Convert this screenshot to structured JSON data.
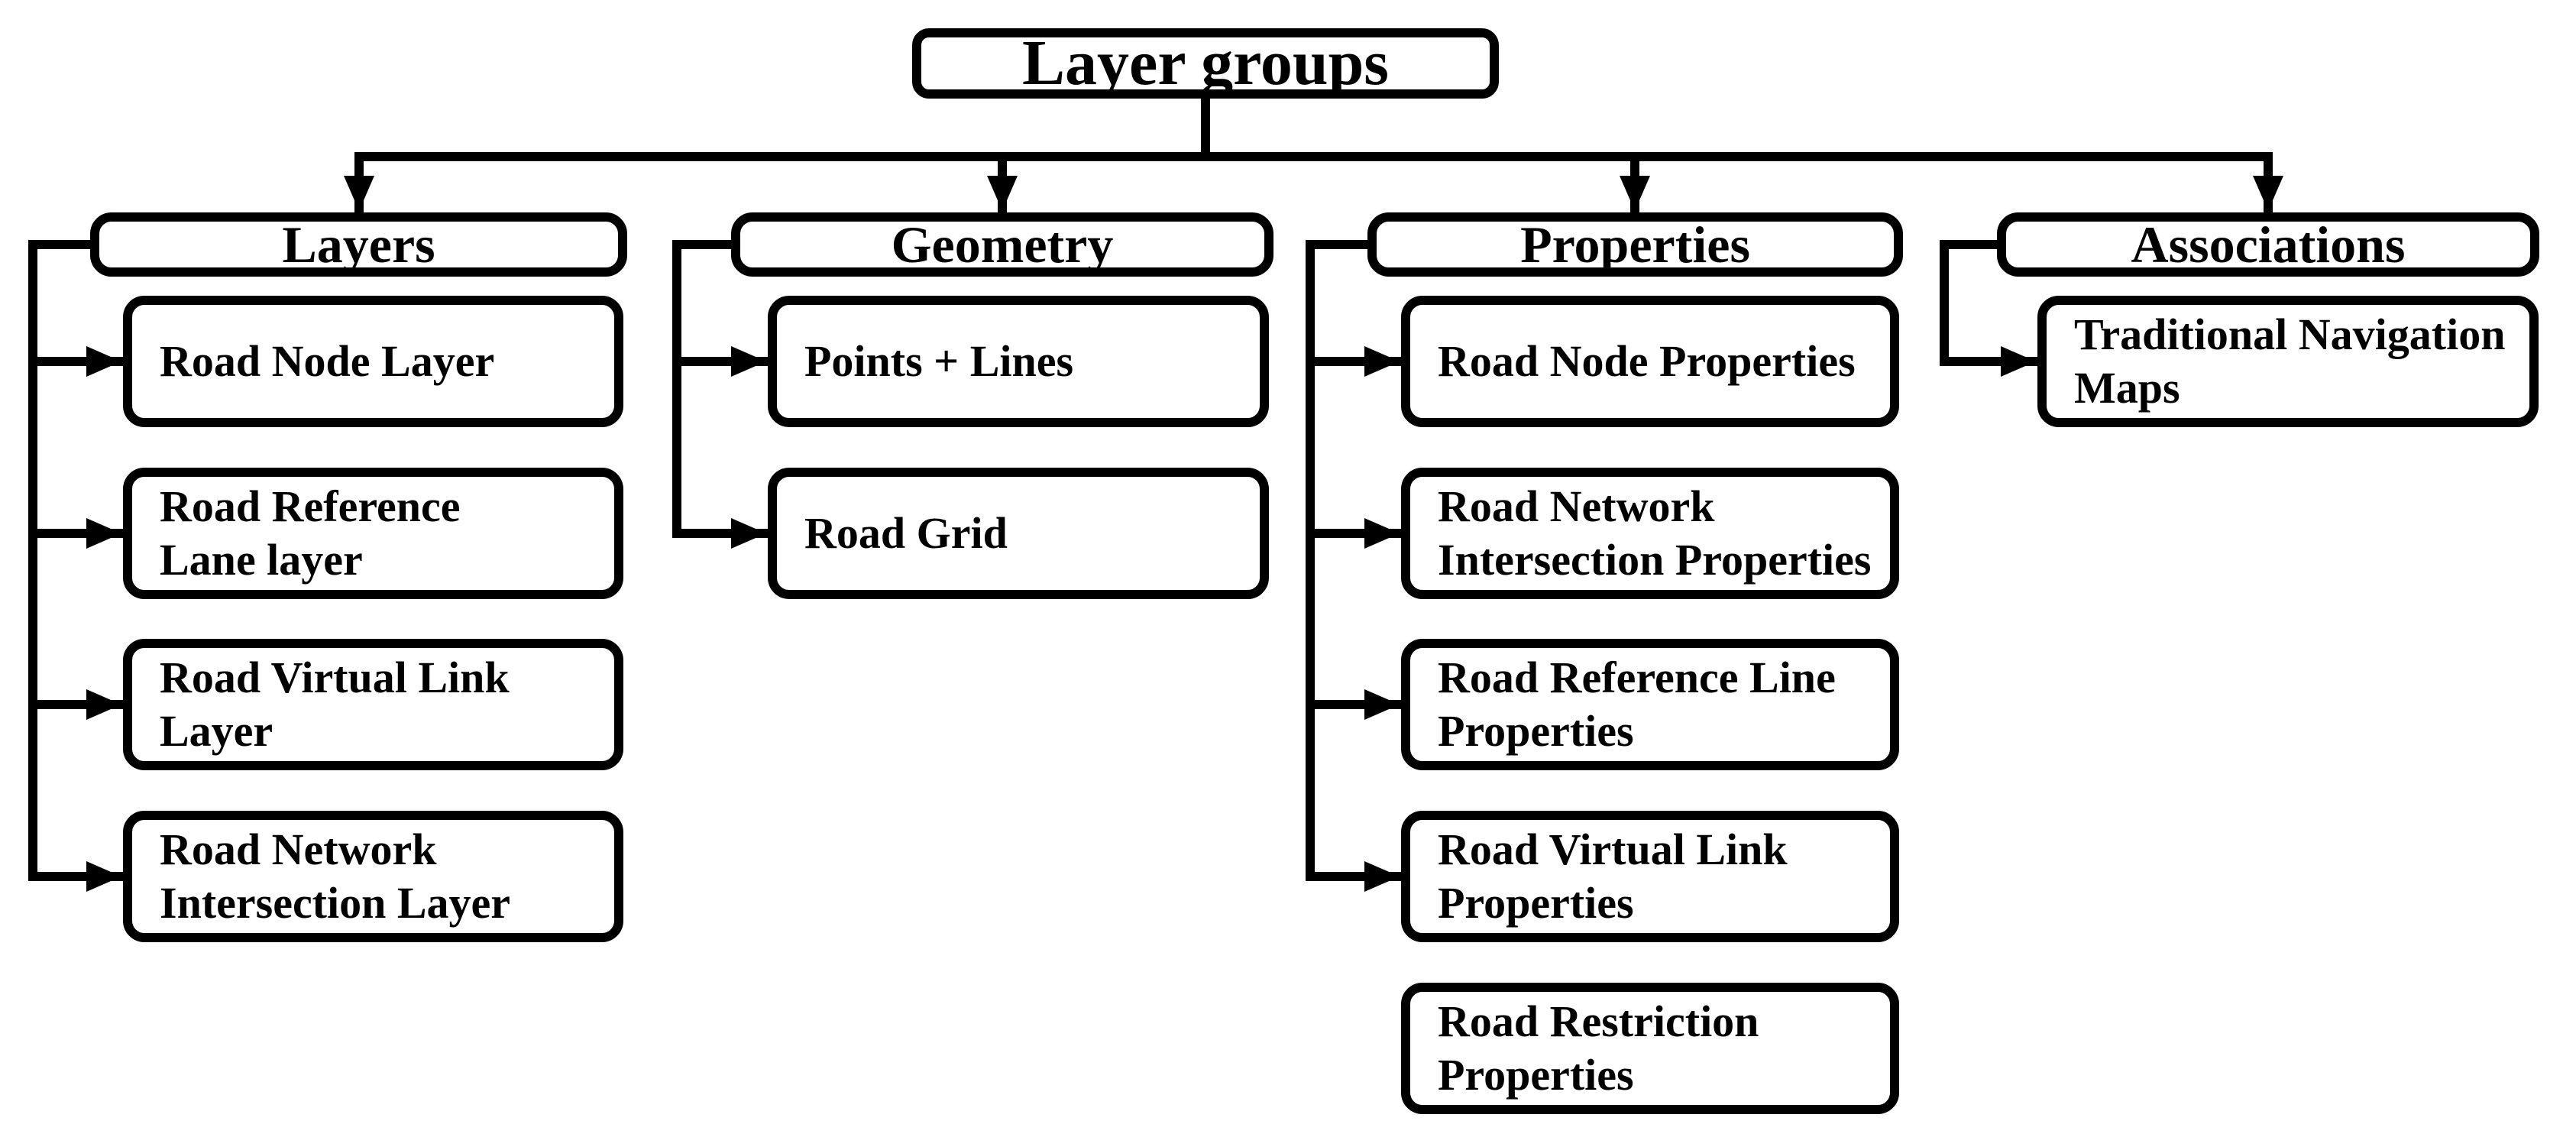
{
  "diagram": {
    "title": "Layer groups",
    "columns": [
      {
        "header": "Layers",
        "children": [
          "Road Node Layer",
          "Road Reference\nLane layer",
          "Road Virtual Link\nLayer",
          "Road Network\nIntersection Layer"
        ]
      },
      {
        "header": "Geometry",
        "children": [
          "Points + Lines",
          "Road Grid"
        ]
      },
      {
        "header": "Properties",
        "children": [
          "Road Node Properties",
          "Road Network\nIntersection Properties",
          "Road Reference Line\nProperties",
          "Road Virtual Link\nProperties",
          "Road Restriction\nProperties"
        ]
      },
      {
        "header": "Associations",
        "children": [
          "Traditional Navigation\nMaps"
        ]
      }
    ],
    "colors": {
      "line": "#000000",
      "background": "#ffffff",
      "text": "#000000"
    }
  }
}
